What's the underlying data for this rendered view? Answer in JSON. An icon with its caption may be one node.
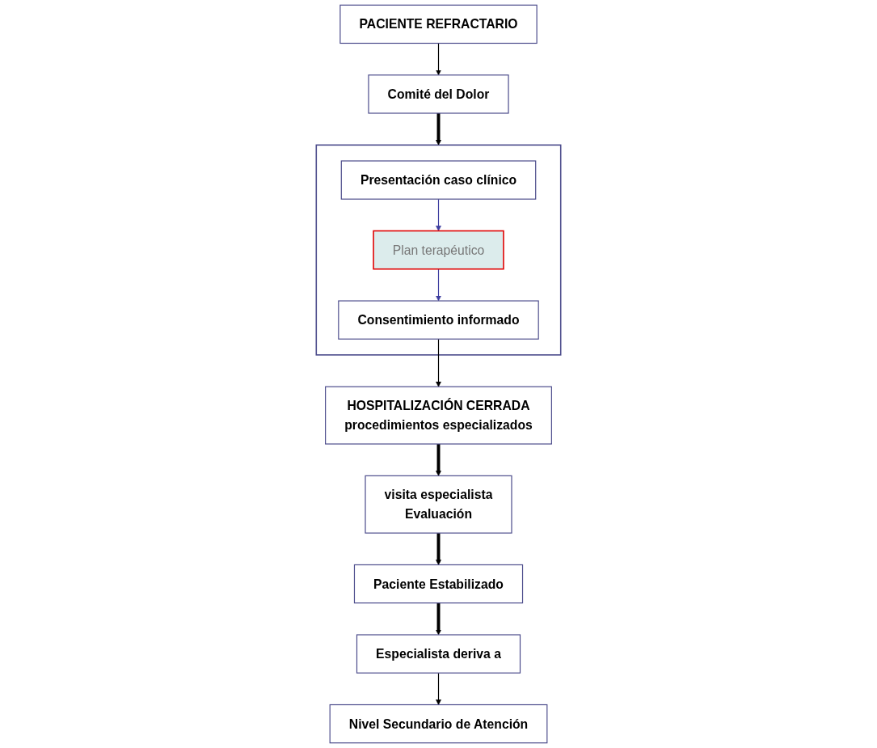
{
  "diagram": {
    "nodes": [
      {
        "text": [
          "PACIENTE REFRACTARIO"
        ]
      },
      {
        "text": [
          "Comité del Dolor"
        ]
      },
      {
        "text": [],
        "shape": "box"
      },
      {
        "text": [
          "Presentación caso clínico"
        ],
        "in": 2
      },
      {
        "text": [
          "Plan terapéutico"
        ],
        "in": 2
      },
      {
        "text": [
          "Consentimiento informado"
        ],
        "in": 2
      },
      {
        "text": [
          "HOSPITALIZACIÓN CERRADA",
          "procedimientos especializados"
        ]
      },
      {
        "text": [
          "visita especialista",
          "Evaluación"
        ]
      },
      {
        "text": [
          "Paciente Estabilizado"
        ]
      },
      {
        "text": [
          "Especialista deriva a"
        ]
      },
      {
        "text": [
          "Nivel Secundario de Atención"
        ]
      }
    ],
    "edges": [
      {
        "from": 0,
        "to": 1,
        "arrow": "to"
      },
      {
        "from": 1,
        "to": 2,
        "arrow": "to",
        "style": "thick"
      },
      {
        "from": 3,
        "to": 4,
        "arrow": "to",
        "color": "#3f3fa0"
      },
      {
        "from": 4,
        "to": 5,
        "arrow": "to",
        "color": "#3f3fa0"
      },
      {
        "from": 5,
        "to": 6,
        "arrow": "to"
      },
      {
        "from": 6,
        "to": 7,
        "arrow": "to",
        "style": "thick"
      },
      {
        "from": 7,
        "to": 8,
        "arrow": "to",
        "style": "thick"
      },
      {
        "from": 8,
        "to": 9,
        "arrow": "to",
        "style": "thick"
      },
      {
        "from": 9,
        "to": 10,
        "arrow": "to"
      }
    ]
  }
}
